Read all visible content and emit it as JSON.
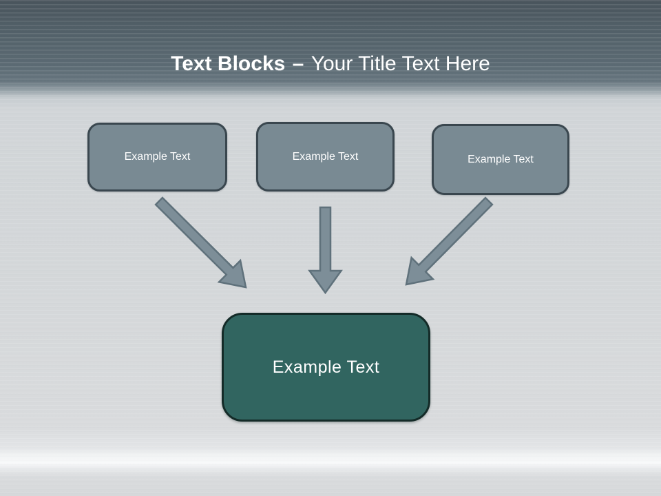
{
  "slide": {
    "title": {
      "bold": "Text Blocks",
      "dash": "–",
      "regular": "Your Title Text Here"
    },
    "diagram": {
      "source_blocks": [
        {
          "id": "block-1",
          "label": "Example Text"
        },
        {
          "id": "block-2",
          "label": "Example Text"
        },
        {
          "id": "block-3",
          "label": "Example Text"
        }
      ],
      "target_block": {
        "id": "target-block",
        "label": "Example Text"
      },
      "arrows": [
        {
          "name": "arrow-down-right",
          "from": "block-1",
          "to": "target-block"
        },
        {
          "name": "arrow-down",
          "from": "block-2",
          "to": "target-block"
        },
        {
          "name": "arrow-down-left",
          "from": "block-3",
          "to": "target-block"
        }
      ]
    }
  },
  "colors": {
    "header_top": "#49545c",
    "header_bottom": "#66757e",
    "background": "#d4d7d9",
    "title_color": "#ffffff",
    "block_fill": "#798a93",
    "block_border": "#3a474f",
    "block_text": "#ffffff",
    "target_fill": "#316560",
    "target_border": "#142b28",
    "arrow_fill": "#7d8e98",
    "arrow_stroke": "#5f717b"
  }
}
